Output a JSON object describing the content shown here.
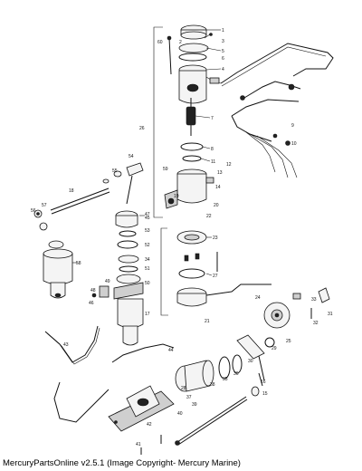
{
  "footer_text": "MercuryPartsOnline v2.5.1 (Image Copyright- Mercury Marine)",
  "callouts": {
    "c1": "1",
    "c2": "2",
    "c3": "3",
    "c4": "4",
    "c5": "5",
    "c6": "6",
    "c7": "7",
    "c8": "8",
    "c9": "9",
    "c10": "10",
    "c11": "11",
    "c12": "12",
    "c13": "13",
    "c14": "14",
    "c15": "15",
    "c16": "16",
    "c17": "17",
    "c18": "18",
    "c19": "19",
    "c20": "20",
    "c21": "21",
    "c22": "22",
    "c23": "23",
    "c24": "24",
    "c25": "25",
    "c26": "26",
    "c27": "27",
    "c28": "28",
    "c29": "29",
    "c30": "30",
    "c31": "31",
    "c32": "32",
    "c33": "33",
    "c34": "34",
    "c35": "35",
    "c36": "36",
    "c37": "37",
    "c38": "38",
    "c39": "39",
    "c40": "40",
    "c41": "41",
    "c42": "42",
    "c43": "43",
    "c44": "44",
    "c45": "45",
    "c46": "46",
    "c47": "47",
    "c48": "48",
    "c49": "49",
    "c50": "50",
    "c51": "51",
    "c52": "52",
    "c53": "53",
    "c54": "54",
    "c55": "55",
    "c56": "56",
    "c57": "57",
    "c58": "58",
    "c59": "59",
    "c60": "60"
  }
}
